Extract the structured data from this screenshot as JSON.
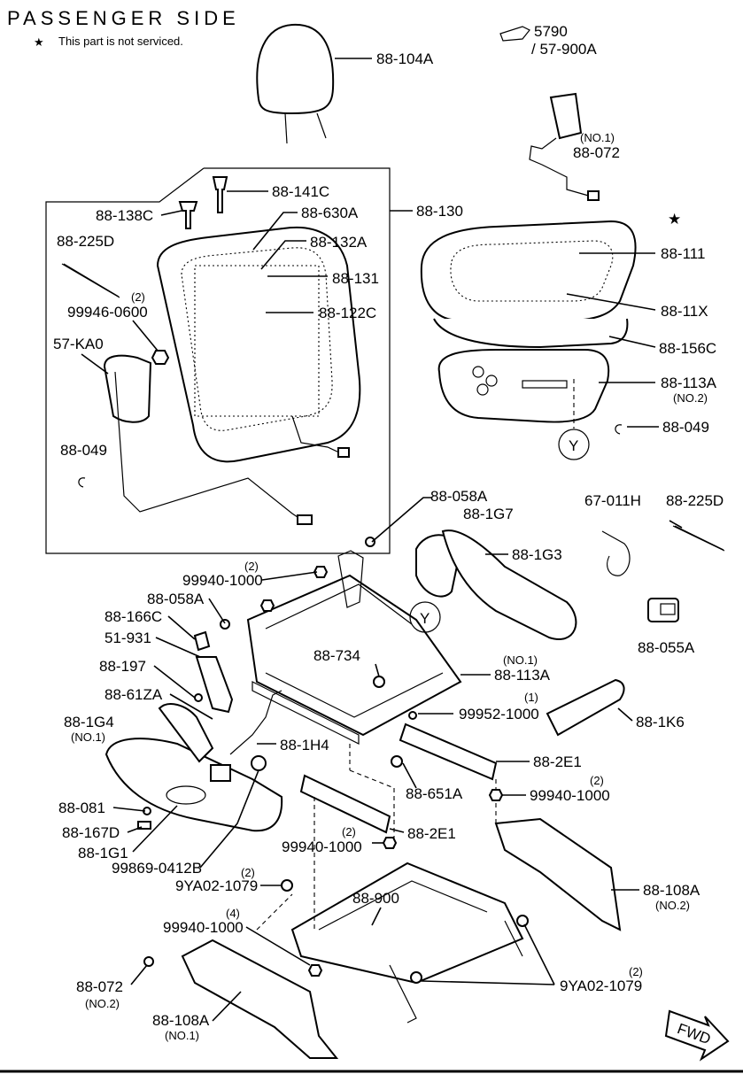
{
  "title": "PASSENGER SIDE",
  "note": "This part is not serviced.",
  "note_symbol": "★",
  "star_symbol": "★",
  "view_marker": "Y",
  "fwd_label": "FWD",
  "ref": {
    "main": "5790",
    "sub": "/ 57-900A"
  },
  "labels": [
    {
      "id": "l1",
      "text": "88-104A"
    },
    {
      "id": "l2",
      "text": "(NO.1)"
    },
    {
      "id": "l3",
      "text": "88-072"
    },
    {
      "id": "l4",
      "text": "88-141C"
    },
    {
      "id": "l5",
      "text": "88-138C"
    },
    {
      "id": "l6",
      "text": "88-630A"
    },
    {
      "id": "l7",
      "text": "88-130"
    },
    {
      "id": "l8",
      "text": "88-225D"
    },
    {
      "id": "l9",
      "text": "88-132A"
    },
    {
      "id": "l10",
      "text": "88-111"
    },
    {
      "id": "l11",
      "text": "(2)"
    },
    {
      "id": "l12",
      "text": "99946-0600"
    },
    {
      "id": "l13",
      "text": "88-131"
    },
    {
      "id": "l14",
      "text": "57-KA0"
    },
    {
      "id": "l15",
      "text": "88-122C"
    },
    {
      "id": "l16",
      "text": "88-11X"
    },
    {
      "id": "l17",
      "text": "88-156C"
    },
    {
      "id": "l18",
      "text": "88-113A"
    },
    {
      "id": "l19",
      "text": "(NO.2)"
    },
    {
      "id": "l20",
      "text": "88-049"
    },
    {
      "id": "l21",
      "text": "88-049"
    },
    {
      "id": "l22",
      "text": "88-058A"
    },
    {
      "id": "l23",
      "text": "88-1G7"
    },
    {
      "id": "l24",
      "text": "67-011H"
    },
    {
      "id": "l25",
      "text": "88-225D"
    },
    {
      "id": "l26",
      "text": "88-1G3"
    },
    {
      "id": "l27",
      "text": "(2)"
    },
    {
      "id": "l28",
      "text": "99940-1000"
    },
    {
      "id": "l29",
      "text": "88-058A"
    },
    {
      "id": "l30",
      "text": "88-166C"
    },
    {
      "id": "l31",
      "text": "51-931"
    },
    {
      "id": "l32",
      "text": "88-734"
    },
    {
      "id": "l33",
      "text": "(NO.1)"
    },
    {
      "id": "l34",
      "text": "88-113A"
    },
    {
      "id": "l35",
      "text": "88-055A"
    },
    {
      "id": "l36",
      "text": "88-197"
    },
    {
      "id": "l37",
      "text": "88-61ZA"
    },
    {
      "id": "l38",
      "text": "(1)"
    },
    {
      "id": "l39",
      "text": "99952-1000"
    },
    {
      "id": "l40",
      "text": "88-1G4"
    },
    {
      "id": "l41",
      "text": "(NO.1)"
    },
    {
      "id": "l42",
      "text": "88-1K6"
    },
    {
      "id": "l43",
      "text": "88-1H4"
    },
    {
      "id": "l44",
      "text": "88-2E1"
    },
    {
      "id": "l45",
      "text": "88-651A"
    },
    {
      "id": "l46",
      "text": "(2)"
    },
    {
      "id": "l47",
      "text": "99940-1000"
    },
    {
      "id": "l48",
      "text": "88-081"
    },
    {
      "id": "l49",
      "text": "88-167D"
    },
    {
      "id": "l50",
      "text": "(2)"
    },
    {
      "id": "l51",
      "text": "99940-1000"
    },
    {
      "id": "l52",
      "text": "88-2E1"
    },
    {
      "id": "l53",
      "text": "88-1G1"
    },
    {
      "id": "l54",
      "text": "99869-0412B"
    },
    {
      "id": "l55",
      "text": "(2)"
    },
    {
      "id": "l56",
      "text": "9YA02-1079"
    },
    {
      "id": "l57",
      "text": "88-108A"
    },
    {
      "id": "l58",
      "text": "(NO.2)"
    },
    {
      "id": "l59",
      "text": "88-900"
    },
    {
      "id": "l60",
      "text": "(4)"
    },
    {
      "id": "l61",
      "text": "99940-1000"
    },
    {
      "id": "l62",
      "text": "(2)"
    },
    {
      "id": "l63",
      "text": "88-072"
    },
    {
      "id": "l64",
      "text": "(NO.2)"
    },
    {
      "id": "l65",
      "text": "9YA02-1079"
    },
    {
      "id": "l66",
      "text": "88-108A"
    },
    {
      "id": "l67",
      "text": "(NO.1)"
    }
  ]
}
